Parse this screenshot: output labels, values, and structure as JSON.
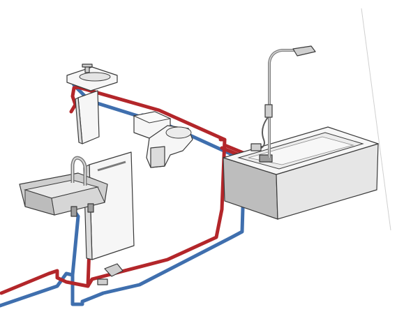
{
  "colors": {
    "hot_pipe": "#b3262a",
    "cold_pipe": "#3f6fae",
    "fixture_outline": "#3a3a3a",
    "background": "#ffffff"
  },
  "diagram": {
    "fixtures": [
      "washbasin",
      "toilet",
      "bathtub",
      "shower-column",
      "kitchen-sink",
      "radiator-panel"
    ],
    "pipes": [
      "hot-water-pipe",
      "cold-water-pipe"
    ]
  }
}
